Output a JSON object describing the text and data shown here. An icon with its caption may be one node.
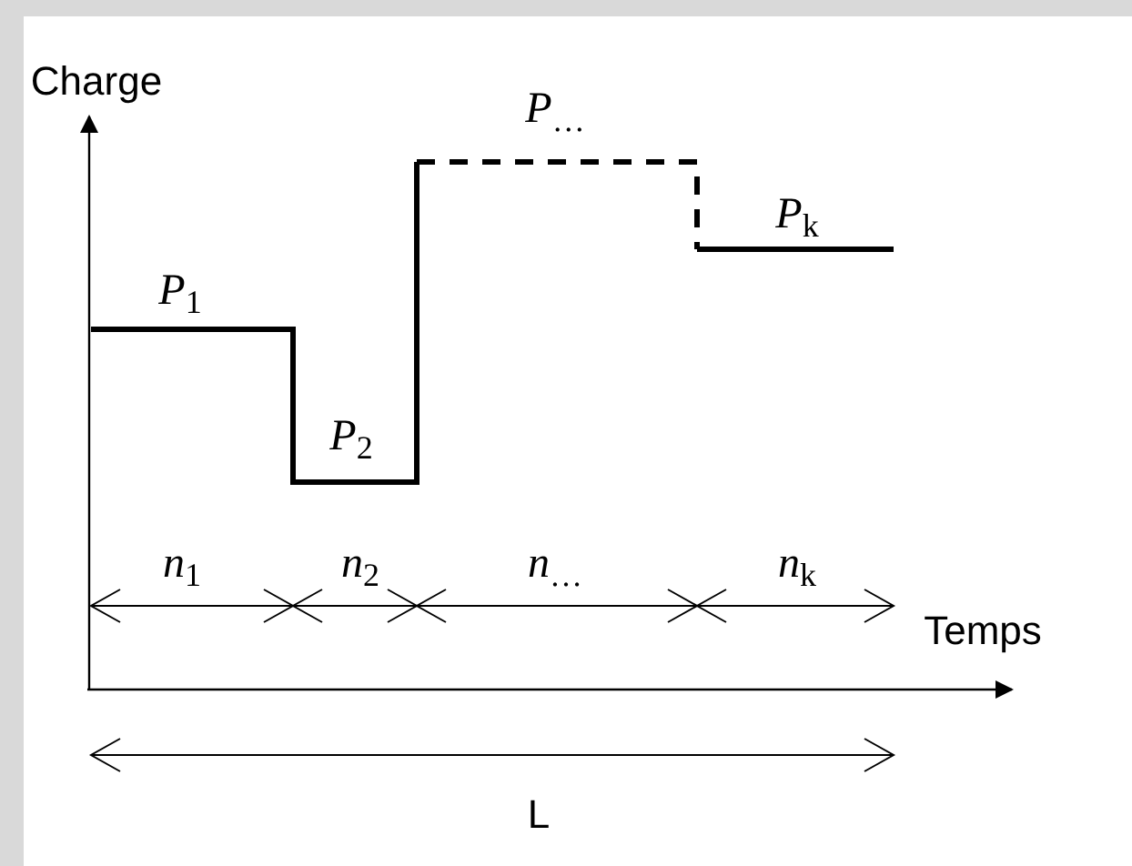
{
  "diagram": {
    "labels": [
      "Charge",
      "*P*$_{…}$",
      "*P*$_{k}$",
      "*P*$_{1}$",
      "*P*$_{2}$",
      "*n*$_{1}$",
      "*n*$_{2}$",
      "*n*$_{…}$",
      "*n*$_{k}$",
      "Temps",
      "L"
    ]
  }
}
